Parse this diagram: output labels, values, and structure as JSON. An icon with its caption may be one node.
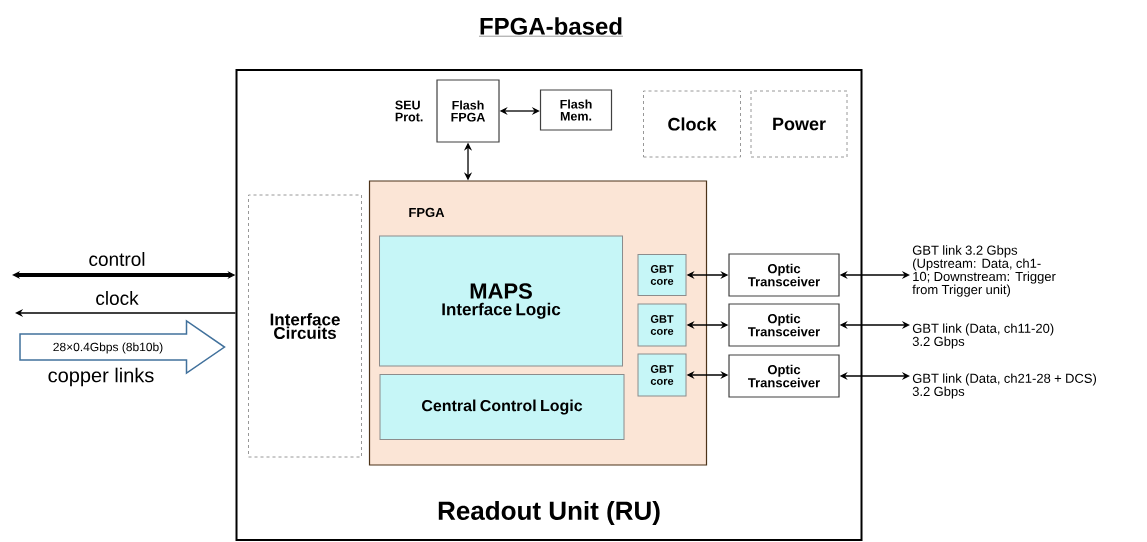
{
  "diagram": {
    "title": "FPGA-based",
    "nodes": [
      {
        "text": [
          "Readout Unit (RU)"
        ]
      },
      {
        "text": [
          "Flash FPGA"
        ],
        "beside": [
          "SEU Prot."
        ],
        "in": 0
      },
      {
        "text": [
          "Flash Mem."
        ],
        "in": 0
      },
      {
        "text": [
          "Clock"
        ],
        "in": 0
      },
      {
        "text": [
          "Power"
        ],
        "in": 0
      },
      {
        "text": [
          "Interface Circuits"
        ],
        "in": 0
      },
      {
        "text": [
          "FPGA"
        ],
        "in": 0
      },
      {
        "text": [
          "MAPS",
          "Interface Logic"
        ],
        "in": 6
      },
      {
        "text": [
          "Central Control Logic"
        ],
        "in": 6
      },
      {
        "text": [
          "GBT core"
        ],
        "in": 6
      },
      {
        "text": [
          "GBT core"
        ],
        "in": 6
      },
      {
        "text": [
          "GBT core"
        ],
        "in": 6
      },
      {
        "text": [
          "Optic Transceiver"
        ],
        "in": 0
      },
      {
        "text": [
          "Optic Transceiver"
        ],
        "in": 0
      },
      {
        "text": [
          "Optic Transceiver"
        ],
        "in": 0
      },
      {
        "text": [
          "GBT link 3.2 Gbps (Upstream: Data, ch1-10; Downstream: Trigger from Trigger unit)"
        ]
      },
      {
        "text": [
          "GBT link (Data, ch11-20) 3.2 Gbps"
        ]
      },
      {
        "text": [
          "GBT link (Data, ch21-28 + DCS) 3.2 Gbps"
        ]
      }
    ],
    "edges": [
      {
        "from": null,
        "to": 0,
        "arrow": "both",
        "label": "control",
        "style": "thick"
      },
      {
        "from": 0,
        "to": null,
        "arrow": "to",
        "label": "clock"
      },
      {
        "from": null,
        "to": 0,
        "arrow": "to",
        "label": "28×0.4Gbps (8b10b)",
        "color": "#41719c"
      },
      {
        "from": 1,
        "to": 2,
        "arrow": "both"
      },
      {
        "from": 1,
        "to": 6,
        "arrow": "both"
      },
      {
        "from": 9,
        "to": 12,
        "arrow": "both"
      },
      {
        "from": 10,
        "to": 13,
        "arrow": "both"
      },
      {
        "from": 11,
        "to": 14,
        "arrow": "both"
      },
      {
        "from": 12,
        "to": 15,
        "arrow": "both"
      },
      {
        "from": 13,
        "to": 16,
        "arrow": "both"
      },
      {
        "from": 14,
        "to": 17,
        "arrow": "both"
      }
    ],
    "labels": [
      "copper links"
    ]
  }
}
